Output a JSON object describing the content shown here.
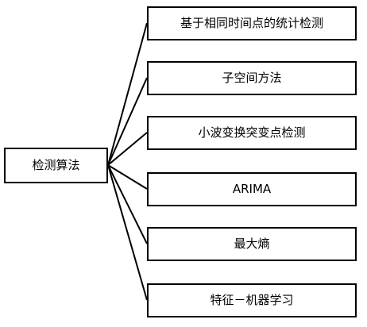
{
  "diagram": {
    "root": {
      "label": "检测算法"
    },
    "children": [
      {
        "label": "基于相同时间点的统计检测"
      },
      {
        "label": "子空间方法"
      },
      {
        "label": "小波变换突变点检测"
      },
      {
        "label": "ARIMA"
      },
      {
        "label": "最大熵"
      },
      {
        "label": "特征－机器学习"
      }
    ],
    "colors": {
      "border": "#000000",
      "text": "#000000",
      "background": "#ffffff"
    }
  }
}
